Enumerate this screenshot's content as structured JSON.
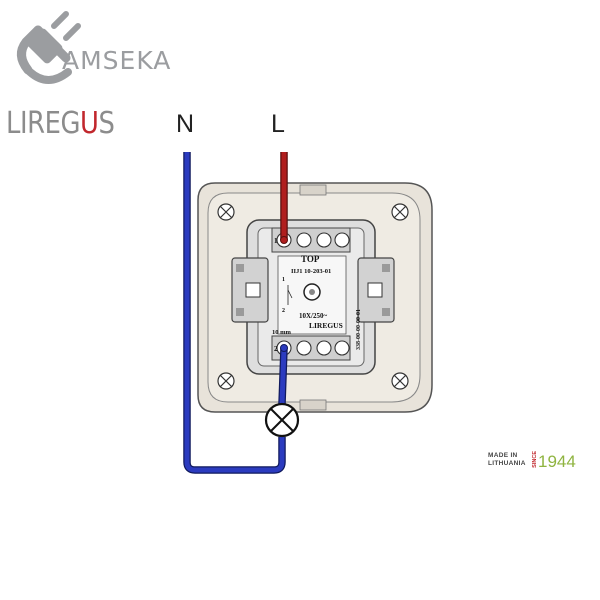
{
  "brand": {
    "amseka": "AMSEKA",
    "liregus_prefix": "LIREG",
    "liregus_accent": "U",
    "liregus_suffix": "S"
  },
  "wires": {
    "neutral_label": "N",
    "line_label": "L"
  },
  "switch": {
    "top_label": "TOP",
    "model": "IIJ1 10-203-01",
    "rating": "10X/250~",
    "maker": "LIREGUS",
    "strip_length": "10 mm",
    "code": "338-00-00-00-01",
    "terminal_1": "1",
    "terminal_2": "2"
  },
  "footer": {
    "made_in_1": "MADE IN",
    "made_in_2": "LITHUANIA",
    "since": "SINCE",
    "year": "1944"
  },
  "colors": {
    "neutral_wire": "#2b3bbf",
    "line_wire": "#b01e1e",
    "brand_red": "#c1272d",
    "year_green": "#8fb440"
  }
}
